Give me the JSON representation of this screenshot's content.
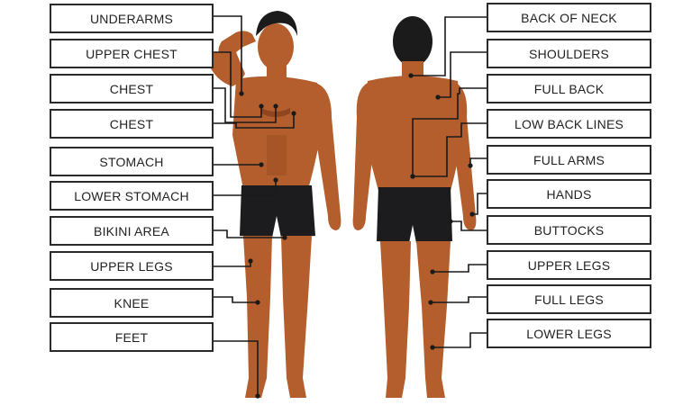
{
  "colors": {
    "skin": "#b35e2c",
    "skin_shadow": "#8f4620",
    "hair": "#1b1b1b",
    "shorts": "#1c1c1e",
    "box_border": "#2a2a2a",
    "leader_line": "#1a1a1a",
    "background": "#ffffff"
  },
  "front_labels": [
    {
      "id": "underarms",
      "text": "UNDERARMS"
    },
    {
      "id": "upper-chest",
      "text": "UPPER  CHEST"
    },
    {
      "id": "chest-1",
      "text": "CHEST"
    },
    {
      "id": "chest-2",
      "text": "CHEST"
    },
    {
      "id": "stomach",
      "text": "STOMACH"
    },
    {
      "id": "lower-stomach",
      "text": "LOWER STOMACH"
    },
    {
      "id": "bikini-area",
      "text": "BIKINI AREA"
    },
    {
      "id": "upper-legs",
      "text": "UPPER LEGS"
    },
    {
      "id": "knee",
      "text": "KNEE"
    },
    {
      "id": "feet",
      "text": "FEET"
    }
  ],
  "back_labels": [
    {
      "id": "back-of-neck",
      "text": "BACK  OF NECK"
    },
    {
      "id": "shoulders",
      "text": "SHOULDERS"
    },
    {
      "id": "full-back",
      "text": "FULL BACK"
    },
    {
      "id": "low-back-lines",
      "text": "LOW BACK LINES"
    },
    {
      "id": "full-arms",
      "text": "FULL ARMS"
    },
    {
      "id": "hands",
      "text": "HANDS"
    },
    {
      "id": "buttocks",
      "text": "BUTTOCKS"
    },
    {
      "id": "upper-legs-back",
      "text": "UPPER LEGS"
    },
    {
      "id": "full-legs",
      "text": "FULL  LEGS"
    },
    {
      "id": "lower-legs",
      "text": "LOWER LEGS"
    }
  ]
}
